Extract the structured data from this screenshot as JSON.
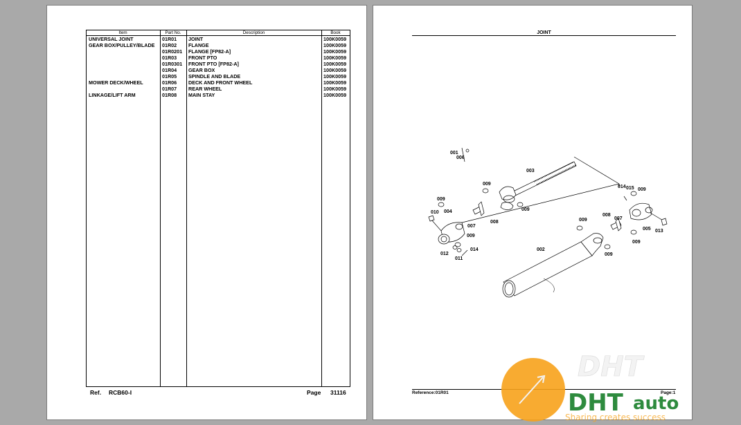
{
  "left_page": {
    "columns": {
      "item": "Item",
      "part_no": "Part No.",
      "description": "Description",
      "book": "Book"
    },
    "rows": [
      {
        "item": "UNIVERSAL JOINT",
        "part_no": "01R01",
        "description": "JOINT",
        "book": "100K0059"
      },
      {
        "item": "GEAR BOX/PULLEY/BLADE",
        "part_no": "01R02",
        "description": "FLANGE",
        "book": "100K0059"
      },
      {
        "item": "",
        "part_no": "01R0201",
        "description": "FLANGE   [FP82-A]",
        "book": "100K0059"
      },
      {
        "item": "",
        "part_no": "01R03",
        "description": "FRONT PTO",
        "book": "100K0059"
      },
      {
        "item": "",
        "part_no": "01R0301",
        "description": "FRONT PTO   [FP82-A]",
        "book": "100K0059"
      },
      {
        "item": "",
        "part_no": "01R04",
        "description": "GEAR BOX",
        "book": "100K0059"
      },
      {
        "item": "",
        "part_no": "01R05",
        "description": "SPINDLE AND BLADE",
        "book": "100K0059"
      },
      {
        "item": "MOWER DECK/WHEEL",
        "part_no": "01R06",
        "description": "DECK AND FRONT WHEEL",
        "book": "100K0059"
      },
      {
        "item": "",
        "part_no": "01R07",
        "description": "REAR WHEEL",
        "book": "100K0059"
      },
      {
        "item": "LINKAGE/LIFT ARM",
        "part_no": "01R08",
        "description": "MAIN STAY",
        "book": "100K0059"
      }
    ],
    "footer": {
      "ref_label": "Ref.",
      "ref_value": "RCB60-I",
      "page_label": "Page",
      "page_value": "31116"
    }
  },
  "right_page": {
    "title": "JOINT",
    "reference": "Reference:01R01",
    "page_label": "Page:1",
    "callouts": {
      "c001": "001",
      "c002": "002",
      "c003": "003",
      "c004": "004",
      "c005": "005",
      "c006": "006",
      "c007a": "007",
      "c007b": "007",
      "c008a": "008",
      "c008b": "008",
      "c009a": "009",
      "c009b": "009",
      "c009c": "009",
      "c009d": "009",
      "c009e": "009",
      "c009f": "009",
      "c009g": "009",
      "c009h": "009",
      "c009i": "009",
      "c010": "010",
      "c011": "011",
      "c012": "012",
      "c013": "013",
      "c014a": "014",
      "c014b": "014",
      "c015": "015"
    }
  },
  "watermark": {
    "logo_text": "DHT",
    "brand_main": "DHT",
    "brand_suffix": "auto",
    "tagline": "Sharing creates success",
    "colors": {
      "orange": "#f7a21b",
      "green": "#2e8b3e",
      "light": "#f3f3f3"
    }
  }
}
